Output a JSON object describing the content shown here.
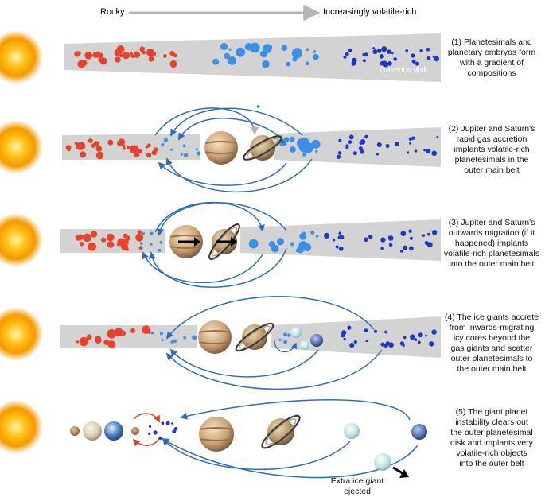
{
  "header": {
    "left_label": "Rocky",
    "right_label": "Increasingly volatile-rich"
  },
  "disk_label": "Gaseous disk",
  "panels": [
    {
      "caption": "(1) Planetesimals and\nplanetary embryos form\nwith a gradient of\ncompositions"
    },
    {
      "caption": "(2) Jupiter and Saturn's\nrapid gas accretion\nimplants volatile-rich\nplanetesimals in the\nouter main belt"
    },
    {
      "caption": "(3) Jupiter and Saturn's\noutwards migration (if it\nhappened) implants\nvolatile-rich planetesimals\ninto the outer main belt"
    },
    {
      "caption": "(4) The ice giants accrete\nfrom inwards-migrating\nicy cores beyond the\ngas giants and scatter\nouter planetesimals to\nthe outer main belt"
    },
    {
      "caption": "(5) The giant planet\ninstability clears out\nthe outer planetesimal\ndisk and implants very\nvolatile-rich objects\ninto the outer belt"
    }
  ],
  "eject_label": "Extra ice giant\nejected",
  "colors": {
    "rocky": "#e8412c",
    "volatile": "#3d8ee6",
    "very_volatile": "#1c36c8",
    "disk": "#d3d3d3",
    "arrow": "#2f6db8",
    "header_arrow": "#b5b5b5",
    "sun": "#f7a600"
  }
}
